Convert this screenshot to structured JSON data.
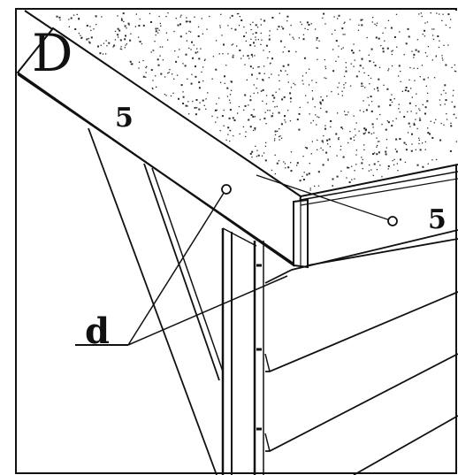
{
  "figure": {
    "detail_letter": "D",
    "label_left": "5",
    "label_right": "5",
    "leader_label": "d"
  },
  "colors": {
    "ink": "#111111",
    "paper": "#ffffff",
    "speckle": "#2a2a2a"
  }
}
